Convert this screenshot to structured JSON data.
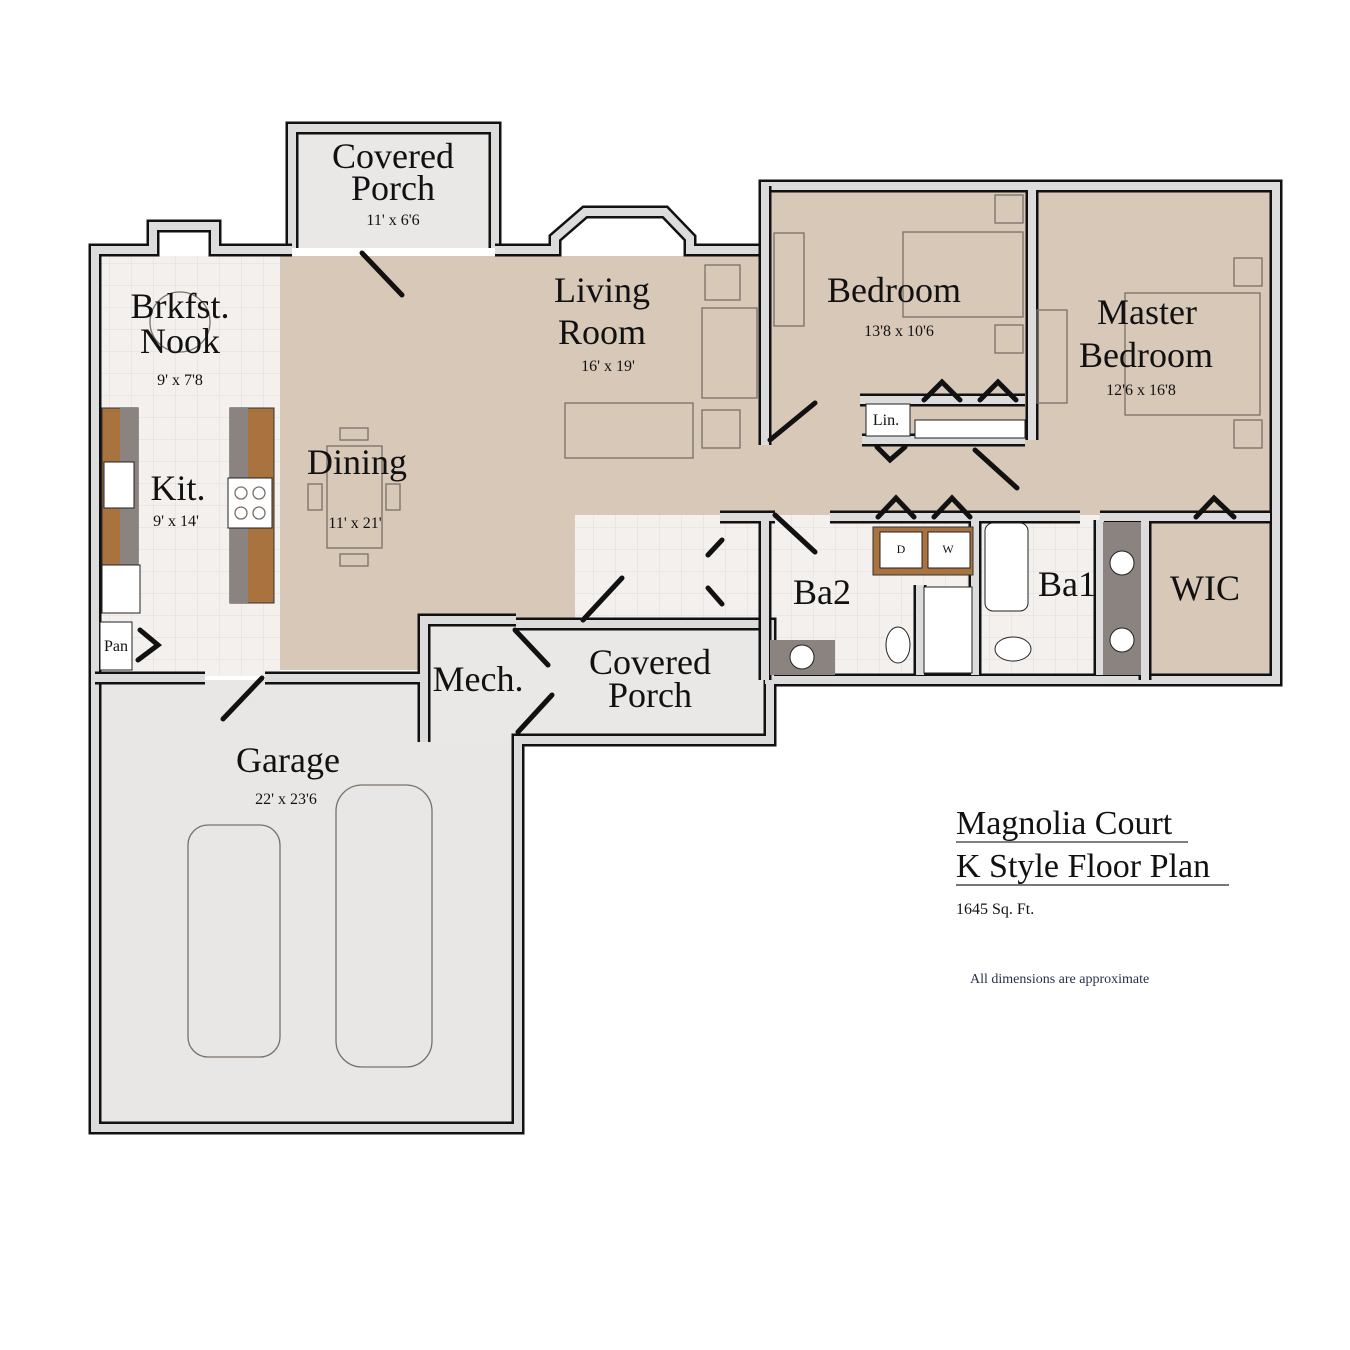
{
  "rooms": {
    "covered_porch_top": {
      "name_line1": "Covered",
      "name_line2": "Porch",
      "dimensions": "11' x 6'6"
    },
    "breakfast_nook": {
      "name_line1": "Brkfst.",
      "name_line2": "Nook",
      "dimensions": "9' x 7'8"
    },
    "kitchen": {
      "name": "Kit.",
      "dimensions": "9' x 14'"
    },
    "pantry": {
      "name": "Pan"
    },
    "dining": {
      "name": "Dining",
      "dimensions": "11' x 21'"
    },
    "living_room": {
      "name_line1": "Living",
      "name_line2": "Room",
      "dimensions": "16' x 19'"
    },
    "bedroom": {
      "name": "Bedroom",
      "dimensions": "13'8 x 10'6"
    },
    "master_bedroom": {
      "name_line1": "Master",
      "name_line2": "Bedroom",
      "dimensions": "12'6 x 16'8"
    },
    "linen": {
      "name": "Lin."
    },
    "bath2": {
      "name": "Ba2"
    },
    "bath1": {
      "name": "Ba1"
    },
    "walk_in_closet": {
      "name": "WIC"
    },
    "mechanical": {
      "name": "Mech."
    },
    "covered_porch_bottom": {
      "name_line1": "Covered",
      "name_line2": "Porch"
    },
    "garage": {
      "name": "Garage",
      "dimensions": "22' x 23'6"
    },
    "laundry": {
      "dryer": "D",
      "washer": "W"
    }
  },
  "title_block": {
    "line1": "Magnolia Court",
    "line2": "K Style Floor Plan",
    "area": "1645 Sq. Ft.",
    "note": "All dimensions are approximate"
  },
  "colors": {
    "carpet": "#d8c8b8",
    "tile": "#f0ecea",
    "garage": "#e8e7e6",
    "wall": "#dcdcdc",
    "note": "#2a2f4a"
  }
}
